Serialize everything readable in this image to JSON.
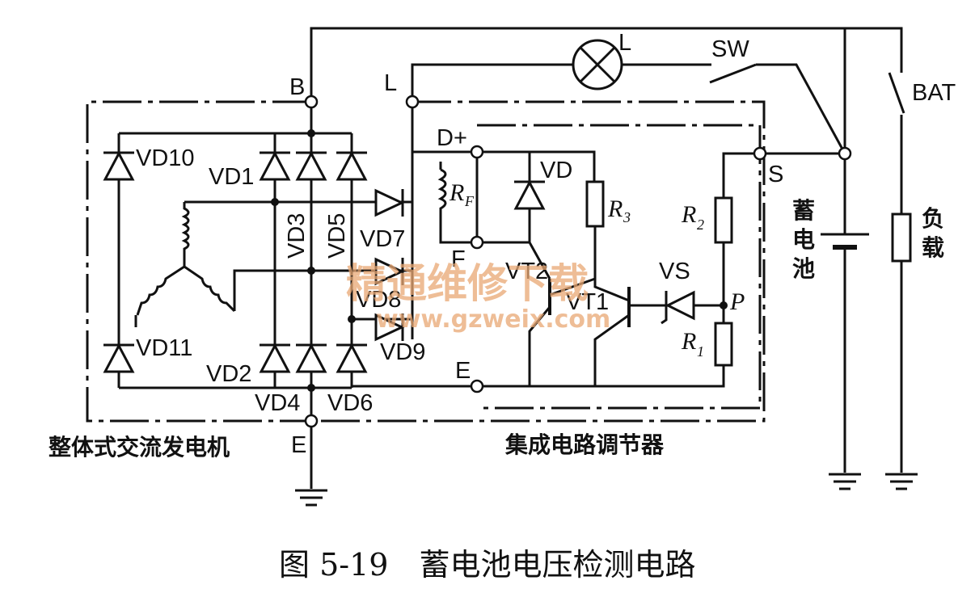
{
  "labels": {
    "node_B": "B",
    "node_L": "L",
    "lamp_L": "L",
    "switch": "SW",
    "battery_switch": "BAT",
    "node_Dplus": "D+",
    "node_S": "S",
    "node_F": "F",
    "node_E_reg": "E",
    "node_E_gen": "E",
    "node_P": "P",
    "vd10": "VD10",
    "vd1": "VD1",
    "vd3": "VD3",
    "vd5": "VD5",
    "vd7": "VD7",
    "vd8": "VD8",
    "vd9": "VD9",
    "vd11": "VD11",
    "vd2": "VD2",
    "vd4": "VD4",
    "vd6": "VD6",
    "vd": "VD",
    "vs": "VS",
    "vt1": "VT1",
    "vt2": "VT2",
    "rf_main": "R",
    "rf_sub": "F",
    "r1_main": "R",
    "r1_sub": "1",
    "r2_main": "R",
    "r2_sub": "2",
    "r3_main": "R",
    "r3_sub": "3"
  },
  "text": {
    "battery": "蓄电池",
    "load": "负载",
    "generator": "整体式交流发电机",
    "regulator": "集成电路调节器",
    "caption": "图 5-19　蓄电池电压检测电路",
    "watermark_cn": "精通维修下载",
    "watermark_url": "www.gzweix.com"
  }
}
